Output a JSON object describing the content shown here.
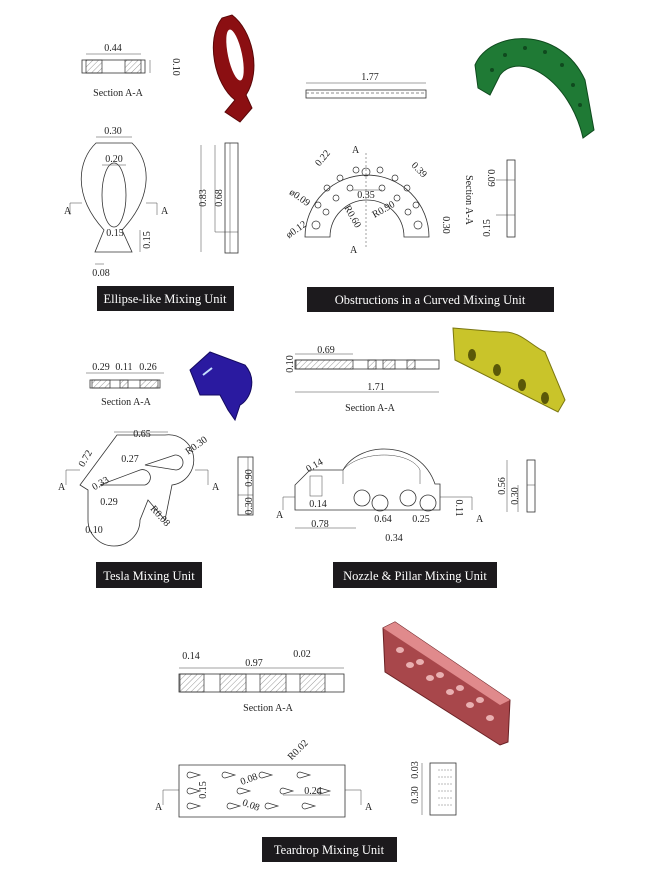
{
  "units": [
    {
      "title": "Ellipse-like Mixing Unit",
      "section_label": "Section A-A",
      "section_marker": "A",
      "dims": [
        "0.44",
        "0.10",
        "0.30",
        "0.20",
        "0.15",
        "0.15",
        "0.08",
        "0.83",
        "0.68"
      ],
      "model_color": "#8b0f12"
    },
    {
      "title": "Obstructions in a Curved Mixing Unit",
      "section_label": "Section A-A",
      "section_marker": "A",
      "dims": [
        "1.77",
        "0.22",
        "0.39",
        "0.35",
        "ø0.09",
        "ø0.12",
        "R0.60",
        "R0.90",
        "0.30",
        "0.09",
        "0.15"
      ],
      "model_color": "#1f7a35"
    },
    {
      "title": "Tesla Mixing Unit",
      "section_label": "Section A-A",
      "section_marker": "A",
      "dims": [
        "0.29",
        "0.11",
        "0.26",
        "0.65",
        "0.72",
        "R0.30",
        "0.27",
        "0.33",
        "0.29",
        "R0.08",
        "0.10",
        "0.90",
        "0.30"
      ],
      "model_color": "#2a1aa0"
    },
    {
      "title": "Nozzle & Pillar Mixing Unit",
      "section_label": "Section A-A",
      "section_marker": "A",
      "dims": [
        "0.10",
        "0.69",
        "1.71",
        "0.14",
        "0.14",
        "0.78",
        "0.64",
        "0.25",
        "0.34",
        "0.11",
        "0.56",
        "0.30"
      ],
      "model_color": "#c9c42a"
    },
    {
      "title": "Teardrop Mixing Unit",
      "section_label": "Section A-A",
      "section_marker": "A",
      "dims": [
        "0.14",
        "0.97",
        "0.02",
        "R0.02",
        "0.15",
        "0.08",
        "0.08",
        "0.24",
        "0.03",
        "0.30"
      ],
      "model_color": "#c0595c"
    }
  ]
}
